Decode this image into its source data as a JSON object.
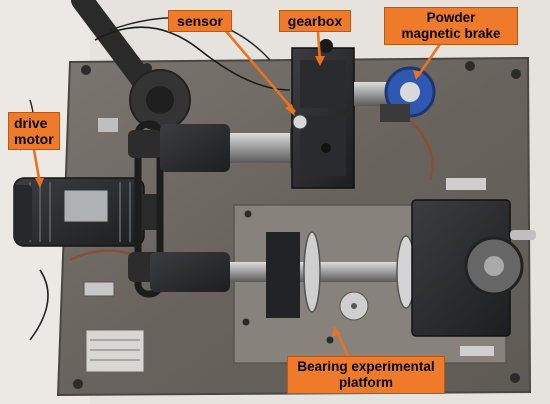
{
  "labels": {
    "sensor": "sensor",
    "gearbox": "gearbox",
    "brake_line1": "Powder",
    "brake_line2": "magnetic brake",
    "motor_line1": "drive",
    "motor_line2": "motor",
    "bearing_line1": "Bearing experimental",
    "bearing_line2": "platform"
  },
  "colors": {
    "callout_fill": "#ee7a2a",
    "arrow": "#e9731f",
    "baseplate": "#6f6a63",
    "motor_body": "#3f4346"
  }
}
